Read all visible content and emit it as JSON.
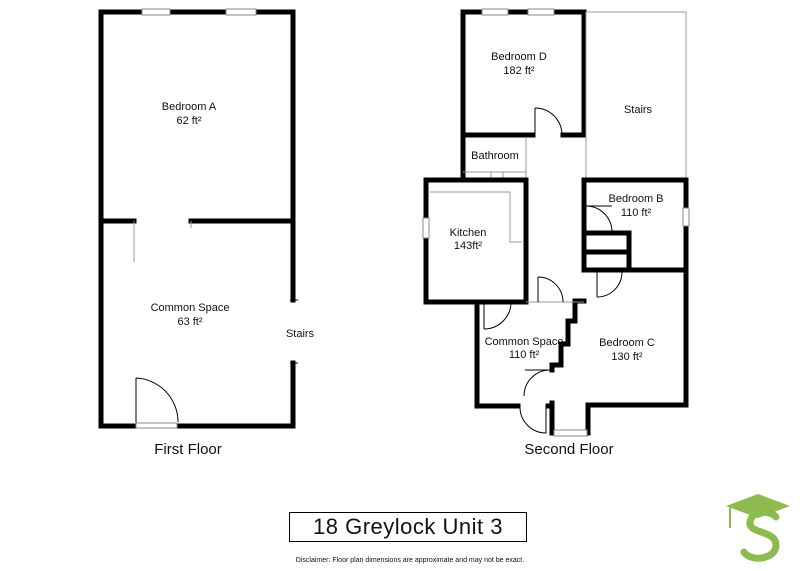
{
  "first_floor": {
    "label": "First Floor",
    "rooms": {
      "bedroom_a": {
        "name": "Bedroom A",
        "area": "62 ft²"
      },
      "common_space": {
        "name": "Common Space",
        "area": "63 ft²"
      },
      "stairs": {
        "name": "Stairs"
      }
    }
  },
  "second_floor": {
    "label": "Second Floor",
    "rooms": {
      "bedroom_d": {
        "name": "Bedroom D",
        "area": "182 ft²"
      },
      "stairs": {
        "name": "Stairs"
      },
      "bathroom": {
        "name": "Bathroom"
      },
      "bedroom_b": {
        "name": "Bedroom B",
        "area": "110 ft²"
      },
      "kitchen": {
        "name": "Kitchen",
        "area": "143ft²"
      },
      "common_space": {
        "name": "Common Space",
        "area": "110 ft²"
      },
      "bedroom_c": {
        "name": "Bedroom C",
        "area": "130 ft²"
      }
    }
  },
  "title": "18 Greylock Unit 3",
  "disclaimer": "Disclaimer: Floor plan dimensions are approximate and may not be exact.",
  "colors": {
    "logo_green": "#8dbb4f",
    "wall": "#000000"
  }
}
